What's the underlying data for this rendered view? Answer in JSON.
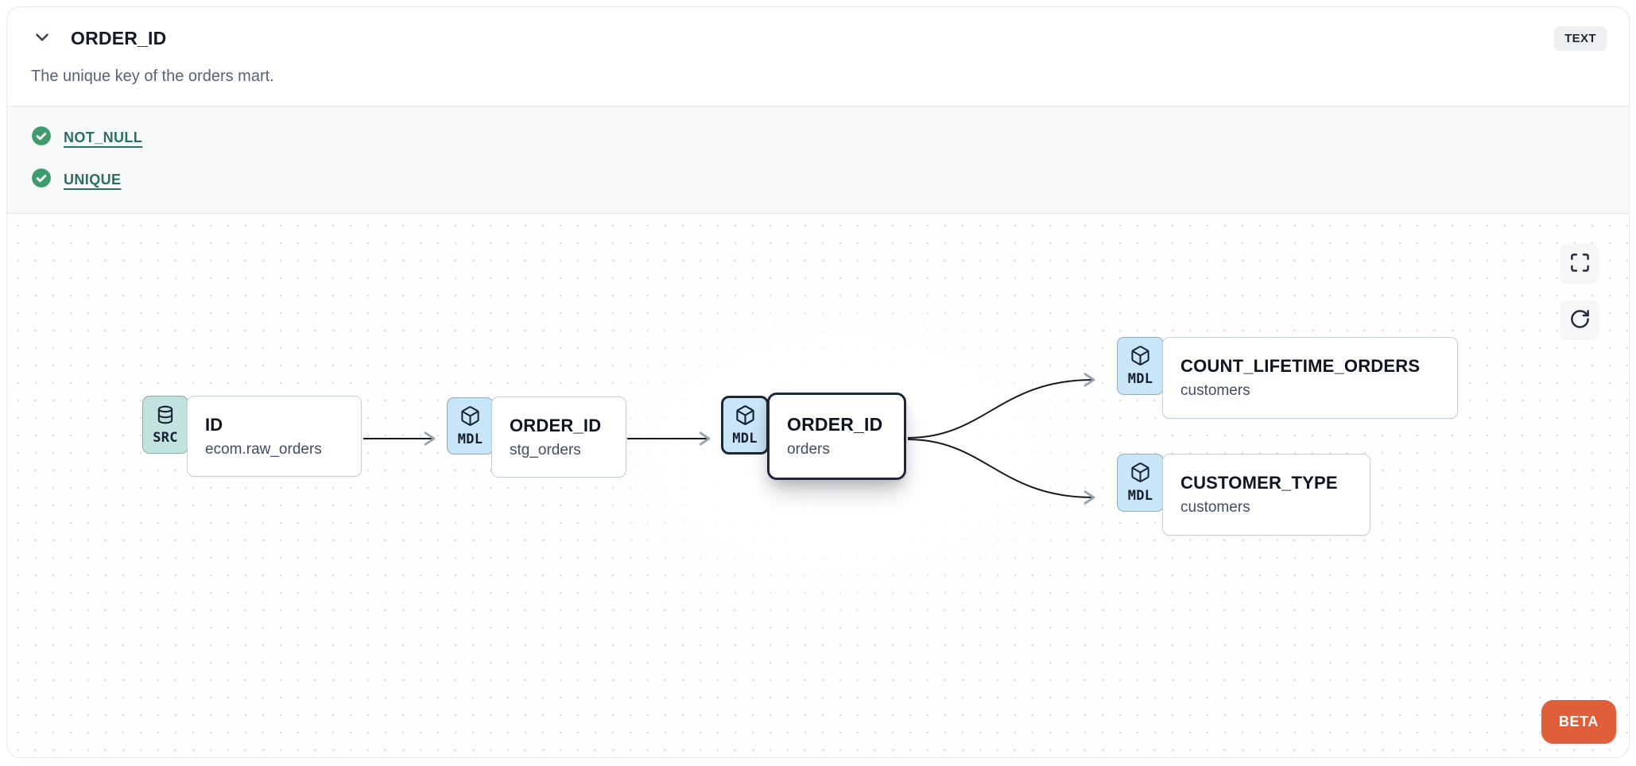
{
  "header": {
    "title": "ORDER_ID",
    "type_badge": "TEXT",
    "description": "The unique key of the orders mart."
  },
  "tests": {
    "items": [
      {
        "label": "NOT_NULL",
        "status": "pass"
      },
      {
        "label": "UNIQUE",
        "status": "pass"
      }
    ]
  },
  "lineage": {
    "nodes": [
      {
        "badge": "SRC",
        "type": "source",
        "title": "ID",
        "subtitle": "ecom.raw_orders",
        "selected": false
      },
      {
        "badge": "MDL",
        "type": "model",
        "title": "ORDER_ID",
        "subtitle": "stg_orders",
        "selected": false
      },
      {
        "badge": "MDL",
        "type": "model",
        "title": "ORDER_ID",
        "subtitle": "orders",
        "selected": true
      },
      {
        "badge": "MDL",
        "type": "model",
        "title": "COUNT_LIFETIME_ORDERS",
        "subtitle": "customers",
        "selected": false
      },
      {
        "badge": "MDL",
        "type": "model",
        "title": "CUSTOMER_TYPE",
        "subtitle": "customers",
        "selected": false
      }
    ],
    "edges": [
      [
        0,
        1
      ],
      [
        1,
        2
      ],
      [
        2,
        3
      ],
      [
        2,
        4
      ]
    ],
    "controls": {
      "fullscreen_icon": "maximize",
      "refresh_icon": "rotate-cw"
    },
    "beta_label": "BETA"
  },
  "colors": {
    "source_badge": "#c2e2e0",
    "model_badge": "#c9e5f8",
    "selected_border": "#1d2737",
    "test_pass_green": "#3f9b6e",
    "test_link_teal": "#2c6e60",
    "beta_orange": "#de5f3a",
    "edge": "#15181e",
    "arrowhead": "#9aa3b0"
  }
}
